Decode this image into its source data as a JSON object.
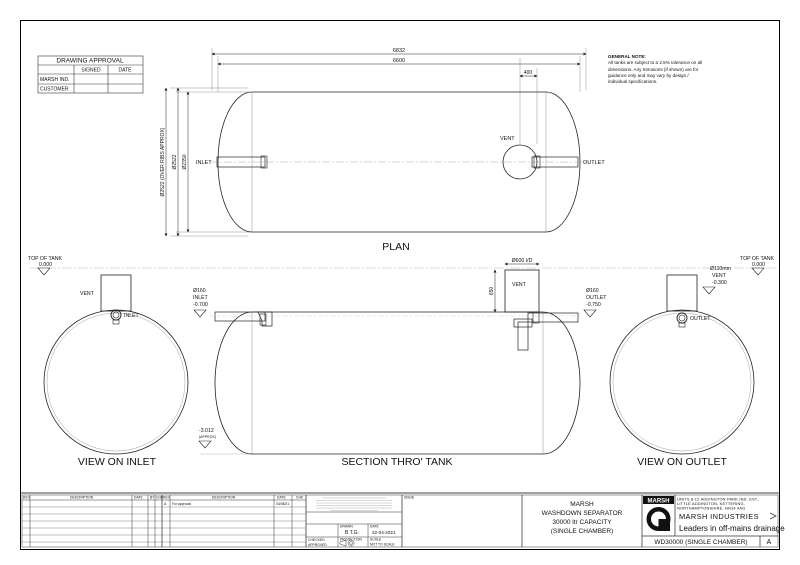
{
  "approval": {
    "title": "DRAWING APPROVAL",
    "col_signed": "SIGNED",
    "col_date": "DATE",
    "row1": "MARSH IND.",
    "row2": "CUSTOMER"
  },
  "general_note": {
    "title": "GENERAL NOTE:",
    "text": "All tanks are subject to a 2.5% tolerance on all dimensions. Any Intrusions (if shown) are for guidance only and may vary by design / individual specifications."
  },
  "plan": {
    "title": "PLAN",
    "dim_overall": "6832",
    "dim_body": "6600",
    "dim_vent_offset": "400",
    "dim_height_outer": "Ø2522 (OVER RIBS APPROX)",
    "dim_h1": "Ø2522",
    "dim_h2": "Ø2350",
    "inlet": "INLET",
    "outlet": "OUTLET",
    "vent": "VENT"
  },
  "section": {
    "title": "SECTION THRO' TANK",
    "top_label": "TOP OF TANK",
    "top_level": "0.000",
    "top_label_r": "TOP OF TANK",
    "top_level_r": "0.000",
    "inlet_dia": "Ø160",
    "inlet_label": "INLET",
    "inlet_level": "-0.700",
    "outlet_dia": "Ø160",
    "outlet_label": "OUTLET",
    "outlet_level": "-0.750",
    "vent_dia": "Ø110mm",
    "vent_label": "VENT",
    "vent_level": "-0.300",
    "turret_dia": "Ø600 I/D",
    "turret_h": "650",
    "vent": "VENT",
    "invert": "-3.012",
    "invert_note": "(APPROX)"
  },
  "view_inlet": {
    "title": "VIEW ON INLET",
    "vent": "VENT",
    "inlet": "INLET"
  },
  "view_outlet": {
    "title": "VIEW ON OUTLET",
    "outlet": "OUTLET"
  },
  "title_block": {
    "rev_headers": [
      "REV",
      "DESCRIPTION",
      "DATE",
      "BY",
      "CHK"
    ],
    "rev_headers2": [
      "REV",
      "DESCRIPTION",
      "DATE",
      "CHK"
    ],
    "rev_entry": {
      "rev": "A",
      "desc": "For approval",
      "date": "04/08/21"
    },
    "issue_label": "ISSUE",
    "drawn_label": "DRAWN",
    "drawn_value": "B.T.G.",
    "date_label": "DATE",
    "date_value": "22-04-2021",
    "checked_label": "CHECKED",
    "approved_label": "APPROVED",
    "scale_label": "SCALE",
    "scale_value": "NOT TO SCALE",
    "proj_label": "PROJECTION",
    "company": "MARSH",
    "product_line1": "WASHDOWN SEPARATOR",
    "product_line2": "30000 ltr CAPACITY",
    "product_line3": "(SINGLE CHAMBER)",
    "logo_text": "MARSH",
    "address": "UNITS 8-12 ADDINGTON PARK IND. EST., LITTLE ADDINGTON, KETTERING, NORTHAMPTONSHIRE, NN14 4AG",
    "brand": "MARSH INDUSTRIES",
    "tagline": "Leaders in off-mains drainage",
    "drawing_no": "WD30000 (SINGLE CHAMBER)",
    "revision": "A"
  }
}
